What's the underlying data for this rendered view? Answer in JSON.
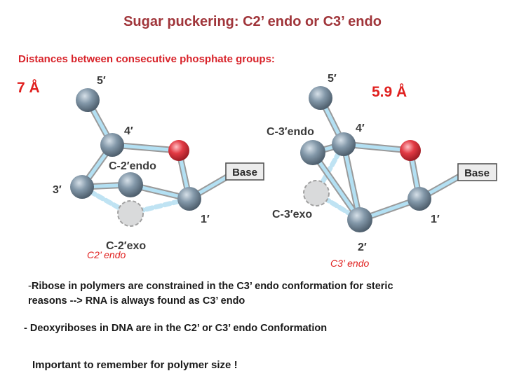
{
  "title": "Sugar puckering: C2’ endo or C3’ endo",
  "subtitle": "Distances between consecutive phosphate groups:",
  "left_diagram": {
    "distance": "7 Å",
    "caption": "C2’ endo",
    "labels": {
      "c5": "5′",
      "c4": "4′",
      "c3": "3′",
      "c1": "1′",
      "endo": "C-2′endo",
      "exo": "C-2′exo",
      "base": "Base"
    }
  },
  "right_diagram": {
    "distance": "5.9 Å",
    "caption": "C3’ endo",
    "labels": {
      "c5": "5′",
      "c4": "4′",
      "c2": "2′",
      "c1": "1′",
      "endo": "C-3′endo",
      "exo": "C-3′exo",
      "base": "Base"
    }
  },
  "notes": {
    "bullet1_dash": "-",
    "bullet1_line1": "Ribose in polymers are constrained in the C3’ endo conformation for steric",
    "bullet1_line2": "reasons --> RNA is  always found as C3’ endo",
    "bullet2": "- Deoxyriboses in DNA are in the C2’ or C3’ endo Conformation",
    "important": "Important to remember for polymer size !"
  },
  "colors": {
    "title": "#a0353a",
    "accent_red": "#e0201f",
    "bond": "#a8d8ee",
    "atom_carbon": "#7e93a3",
    "atom_oxygen": "#e0303b",
    "atom_ghost": "#d7d8d9"
  }
}
